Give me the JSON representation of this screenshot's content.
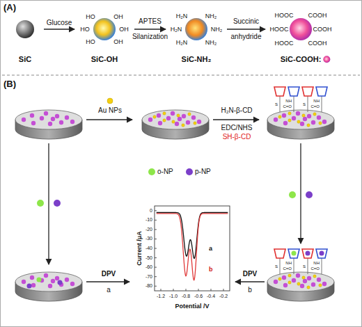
{
  "diagram": {
    "nodes": [
      {
        "text": [
          "SiC"
        ]
      },
      {
        "text": [
          "SiC-OH"
        ]
      },
      {
        "text": [
          "SiC-NH₂"
        ]
      },
      {
        "text": [
          "SiC-COOH:"
        ]
      }
    ],
    "edges": [
      {
        "from": 0,
        "to": 1,
        "arrow": "to",
        "label": "Glucose"
      },
      {
        "from": 1,
        "to": 2,
        "arrow": "to",
        "label": "APTES Silanization"
      },
      {
        "from": 2,
        "to": 3,
        "arrow": "to",
        "label": "Succinic anhydride"
      }
    ],
    "labels": [
      "(A)",
      "(B)",
      "HO",
      "OH",
      "HO",
      "OH",
      "HO",
      "OH",
      "H₂N",
      "NH₂",
      "H₂N",
      "NH₂",
      "H₂N",
      "NH₂",
      "HOOC",
      "COOH",
      "HOOC",
      "COOH",
      "HOOC",
      "COOH",
      "Au NPs",
      "H₂N-β-CD",
      "EDC/NHS",
      "SH-β-CD",
      "S",
      "NH",
      "C=O",
      "S",
      "NH",
      "C=O",
      "S",
      "NH",
      "C=O",
      "S",
      "NH",
      "C=O",
      "DPV",
      "a",
      "DPV",
      "b",
      "Current /μA",
      "Potential /V",
      "0",
      "-10",
      "-20",
      "-30",
      "-40",
      "-50",
      "-60",
      "-70",
      "-80",
      "-1.2",
      "-1.0",
      "-0.8",
      "-0.6",
      "-0.4",
      "-0.2",
      "a",
      "b"
    ],
    "legend": [
      {
        "text": "o-NP",
        "color": "#8ee64a"
      },
      {
        "text": "p-NP",
        "color": "#7b3fc9"
      }
    ]
  }
}
